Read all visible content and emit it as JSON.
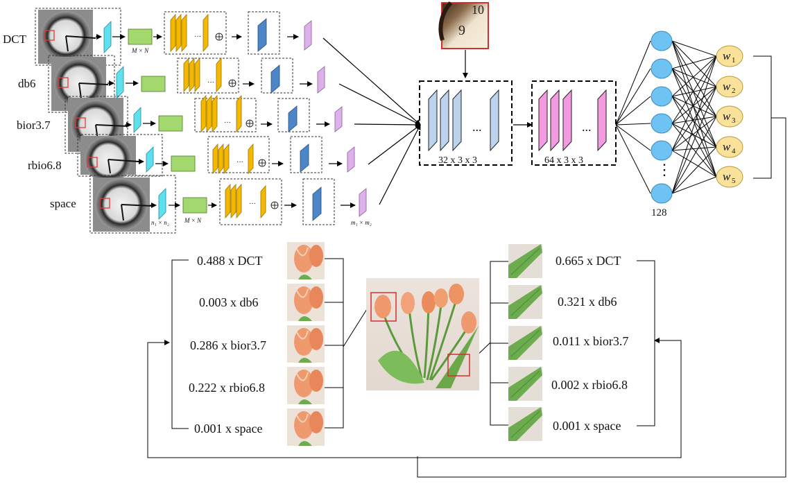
{
  "branches": [
    {
      "name": "DCT"
    },
    {
      "name": "db6"
    },
    {
      "name": "bior3.7"
    },
    {
      "name": "rbio6.8"
    },
    {
      "name": "space"
    }
  ],
  "branch_dims": {
    "input": "n₁ × n₂",
    "middle": "M × N",
    "output": "m₁ × m₂"
  },
  "conv": {
    "block1_label": "32 x 3 x 3",
    "block2_label": "64 x 3 x 3",
    "ellipsis": "..."
  },
  "fc": {
    "hidden_count": "128",
    "dots": "⋮"
  },
  "weights": [
    {
      "base": "w",
      "sub": "1"
    },
    {
      "base": "w",
      "sub": "2"
    },
    {
      "base": "w",
      "sub": "3"
    },
    {
      "base": "w",
      "sub": "4"
    },
    {
      "base": "w",
      "sub": "5"
    }
  ],
  "clock_digits": {
    "ten": "10",
    "nine": "9"
  },
  "left_coefficients": [
    "0.488 x DCT",
    "0.003 x db6",
    "0.286 x bior3.7",
    "0.222 x rbio6.8",
    "0.001 x space"
  ],
  "right_coefficients": [
    "0.665 x DCT",
    "0.321 x db6",
    "0.011 x bior3.7",
    "0.002 x rbio6.8",
    "0.001 x space"
  ],
  "colors": {
    "cyan": "#5ee0ee",
    "green": "#a3d86e",
    "orange": "#f5b800",
    "blue": "#4d86c6",
    "violet": "#ddb2ea",
    "conv1": "#bcd3ee",
    "conv2": "#f29be0",
    "node": "#6ec3f2",
    "weight": "#fbe29b",
    "tulip": "#ef9a6e",
    "leaf": "#6cac4e"
  }
}
